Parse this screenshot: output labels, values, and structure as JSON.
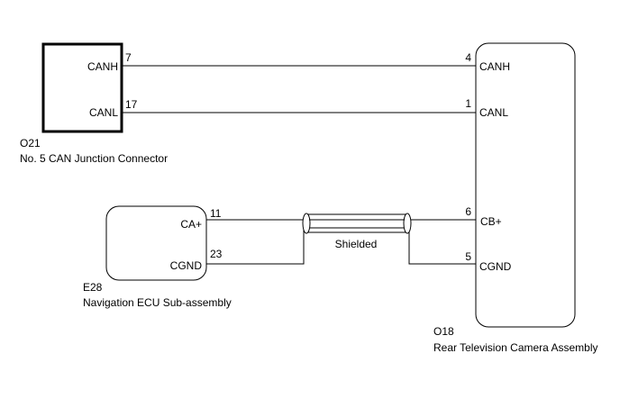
{
  "components": {
    "o21": {
      "code": "O21",
      "name": "No. 5 CAN Junction Connector",
      "pins": [
        {
          "label": "CANH",
          "number": "7"
        },
        {
          "label": "CANL",
          "number": "17"
        }
      ]
    },
    "e28": {
      "code": "E28",
      "name": "Navigation ECU Sub-assembly",
      "pins": [
        {
          "label": "CA+",
          "number": "11"
        },
        {
          "label": "CGND",
          "number": "23"
        }
      ]
    },
    "o18": {
      "code": "O18",
      "name": "Rear Television Camera Assembly",
      "pins": [
        {
          "label": "CANH",
          "number": "4"
        },
        {
          "label": "CANL",
          "number": "1"
        },
        {
          "label": "CB+",
          "number": "6"
        },
        {
          "label": "CGND",
          "number": "5"
        }
      ]
    }
  },
  "shield": {
    "label": "Shielded"
  }
}
